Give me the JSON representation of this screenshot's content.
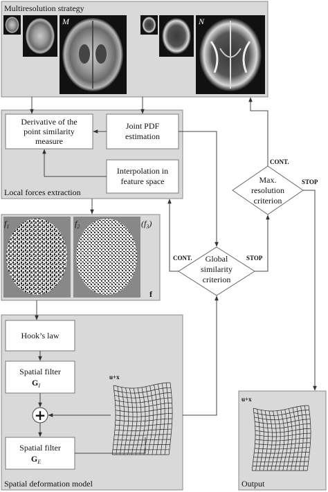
{
  "multiresolution": {
    "title": "Multiresolution strategy",
    "label_M": "M",
    "label_N": "N"
  },
  "local_forces": {
    "title": "Local forces extraction",
    "derivative": [
      "Derivative of the",
      "point similarity",
      "measure"
    ],
    "joint_pdf": [
      "Joint PDF",
      "estimation"
    ],
    "interpolation": [
      "Interpolation in",
      "feature space"
    ]
  },
  "forces_panel": {
    "f1": "f",
    "f1_sub": "1",
    "f2": "f",
    "f2_sub": "2",
    "f3": "(f",
    "f3_sub": "3",
    "f3_close": ")",
    "f_bold": "f"
  },
  "deformation": {
    "title": "Spatial deformation model",
    "hooks_law": "Hook’s law",
    "spatial_filter_I": [
      "Spatial filter",
      "G",
      "I"
    ],
    "spatial_filter_E": [
      "Spatial filter",
      "G",
      "E"
    ],
    "plus_symbol": "+",
    "ux_label": "u+x"
  },
  "global_criterion": {
    "lines": [
      "Global",
      "similarity",
      "criterion"
    ],
    "cont": "CONT.",
    "stop": "STOP"
  },
  "max_res_criterion": {
    "lines": [
      "Max.",
      "resolution",
      "criterion"
    ],
    "cont": "CONT.",
    "stop": "STOP"
  },
  "output": {
    "title": "Output",
    "ux_label": "u+x"
  },
  "colors": {
    "panel": "#d9d9d9",
    "box": "#ffffff",
    "line": "#444444",
    "brain_dark": "#1a1a1a"
  }
}
